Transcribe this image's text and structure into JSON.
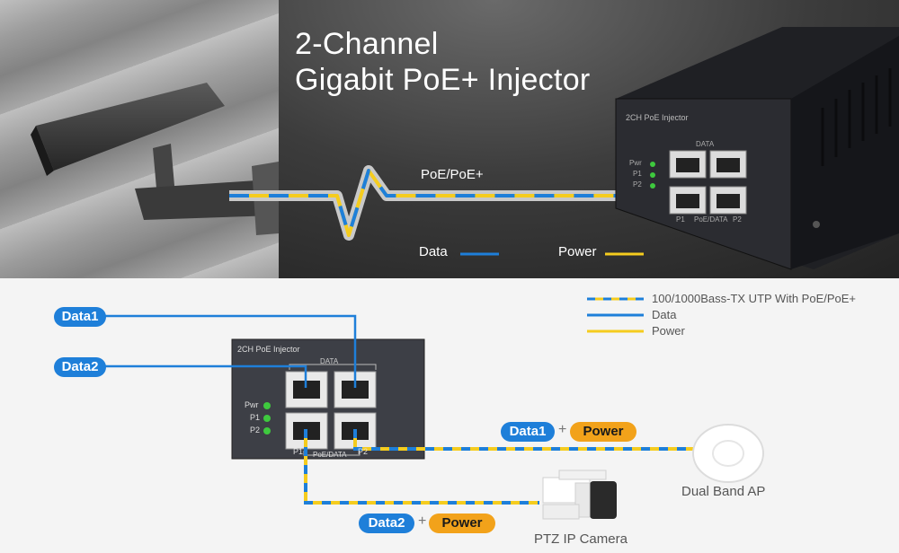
{
  "hero": {
    "title_line1": "2-Channel",
    "title_line2": "Gigabit PoE+ Injector",
    "cable_label": "PoE/PoE+",
    "data_label": "Data",
    "power_label": "Power",
    "device_label": "2CH  PoE  Injector",
    "led_labels": [
      "Pwr",
      "P1",
      "P2"
    ],
    "data_port_label": "DATA",
    "poe_labels": [
      "P1",
      "PoE/DATA",
      "P2"
    ]
  },
  "legend": {
    "items": [
      {
        "label": "100/1000Bass-TX UTP With PoE/PoE+",
        "style": "poe-cable"
      },
      {
        "label": "Data",
        "style": "data"
      },
      {
        "label": "Power",
        "style": "power"
      }
    ]
  },
  "diagram": {
    "injector_title": "2CH  PoE  Injector",
    "data_port_label": "DATA",
    "led_labels": [
      "Pwr",
      "P1",
      "P2"
    ],
    "poe_labels": [
      "P1",
      "PoE/DATA",
      "P2"
    ],
    "pill_data1": "Data1",
    "pill_data2": "Data2",
    "ap_pill_data": "Data1",
    "ap_pill_power": "Power",
    "cam_pill_data": "Data2",
    "cam_pill_power": "Power",
    "plus": "+",
    "ap_label": "Dual Band AP",
    "camera_label": "PTZ IP Camera"
  },
  "colors": {
    "data": "#1e7fd9",
    "power": "#f5cc1e",
    "pill_power": "#f2a21a",
    "led": "#3ec93e"
  }
}
